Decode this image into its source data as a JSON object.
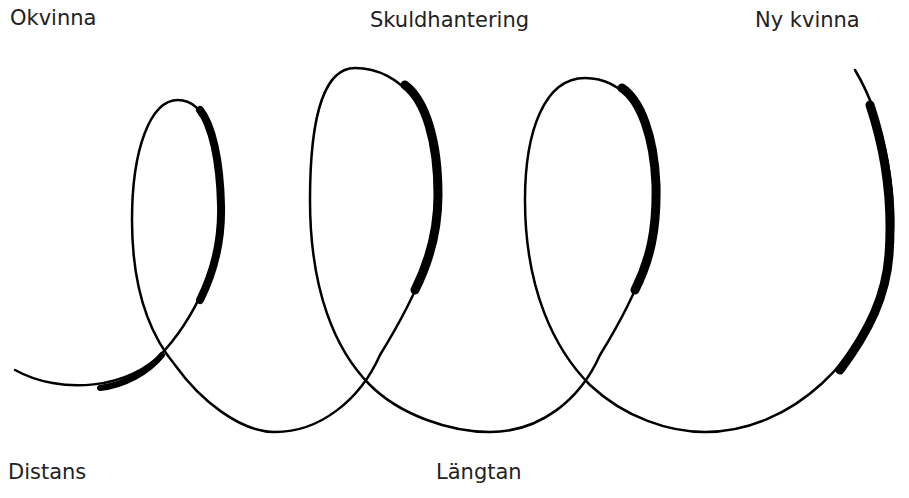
{
  "diagram": {
    "labels": [
      "Okvinna",
      "Skuldhantering",
      "Ny kvinna",
      "Distans",
      "Längtan"
    ]
  }
}
